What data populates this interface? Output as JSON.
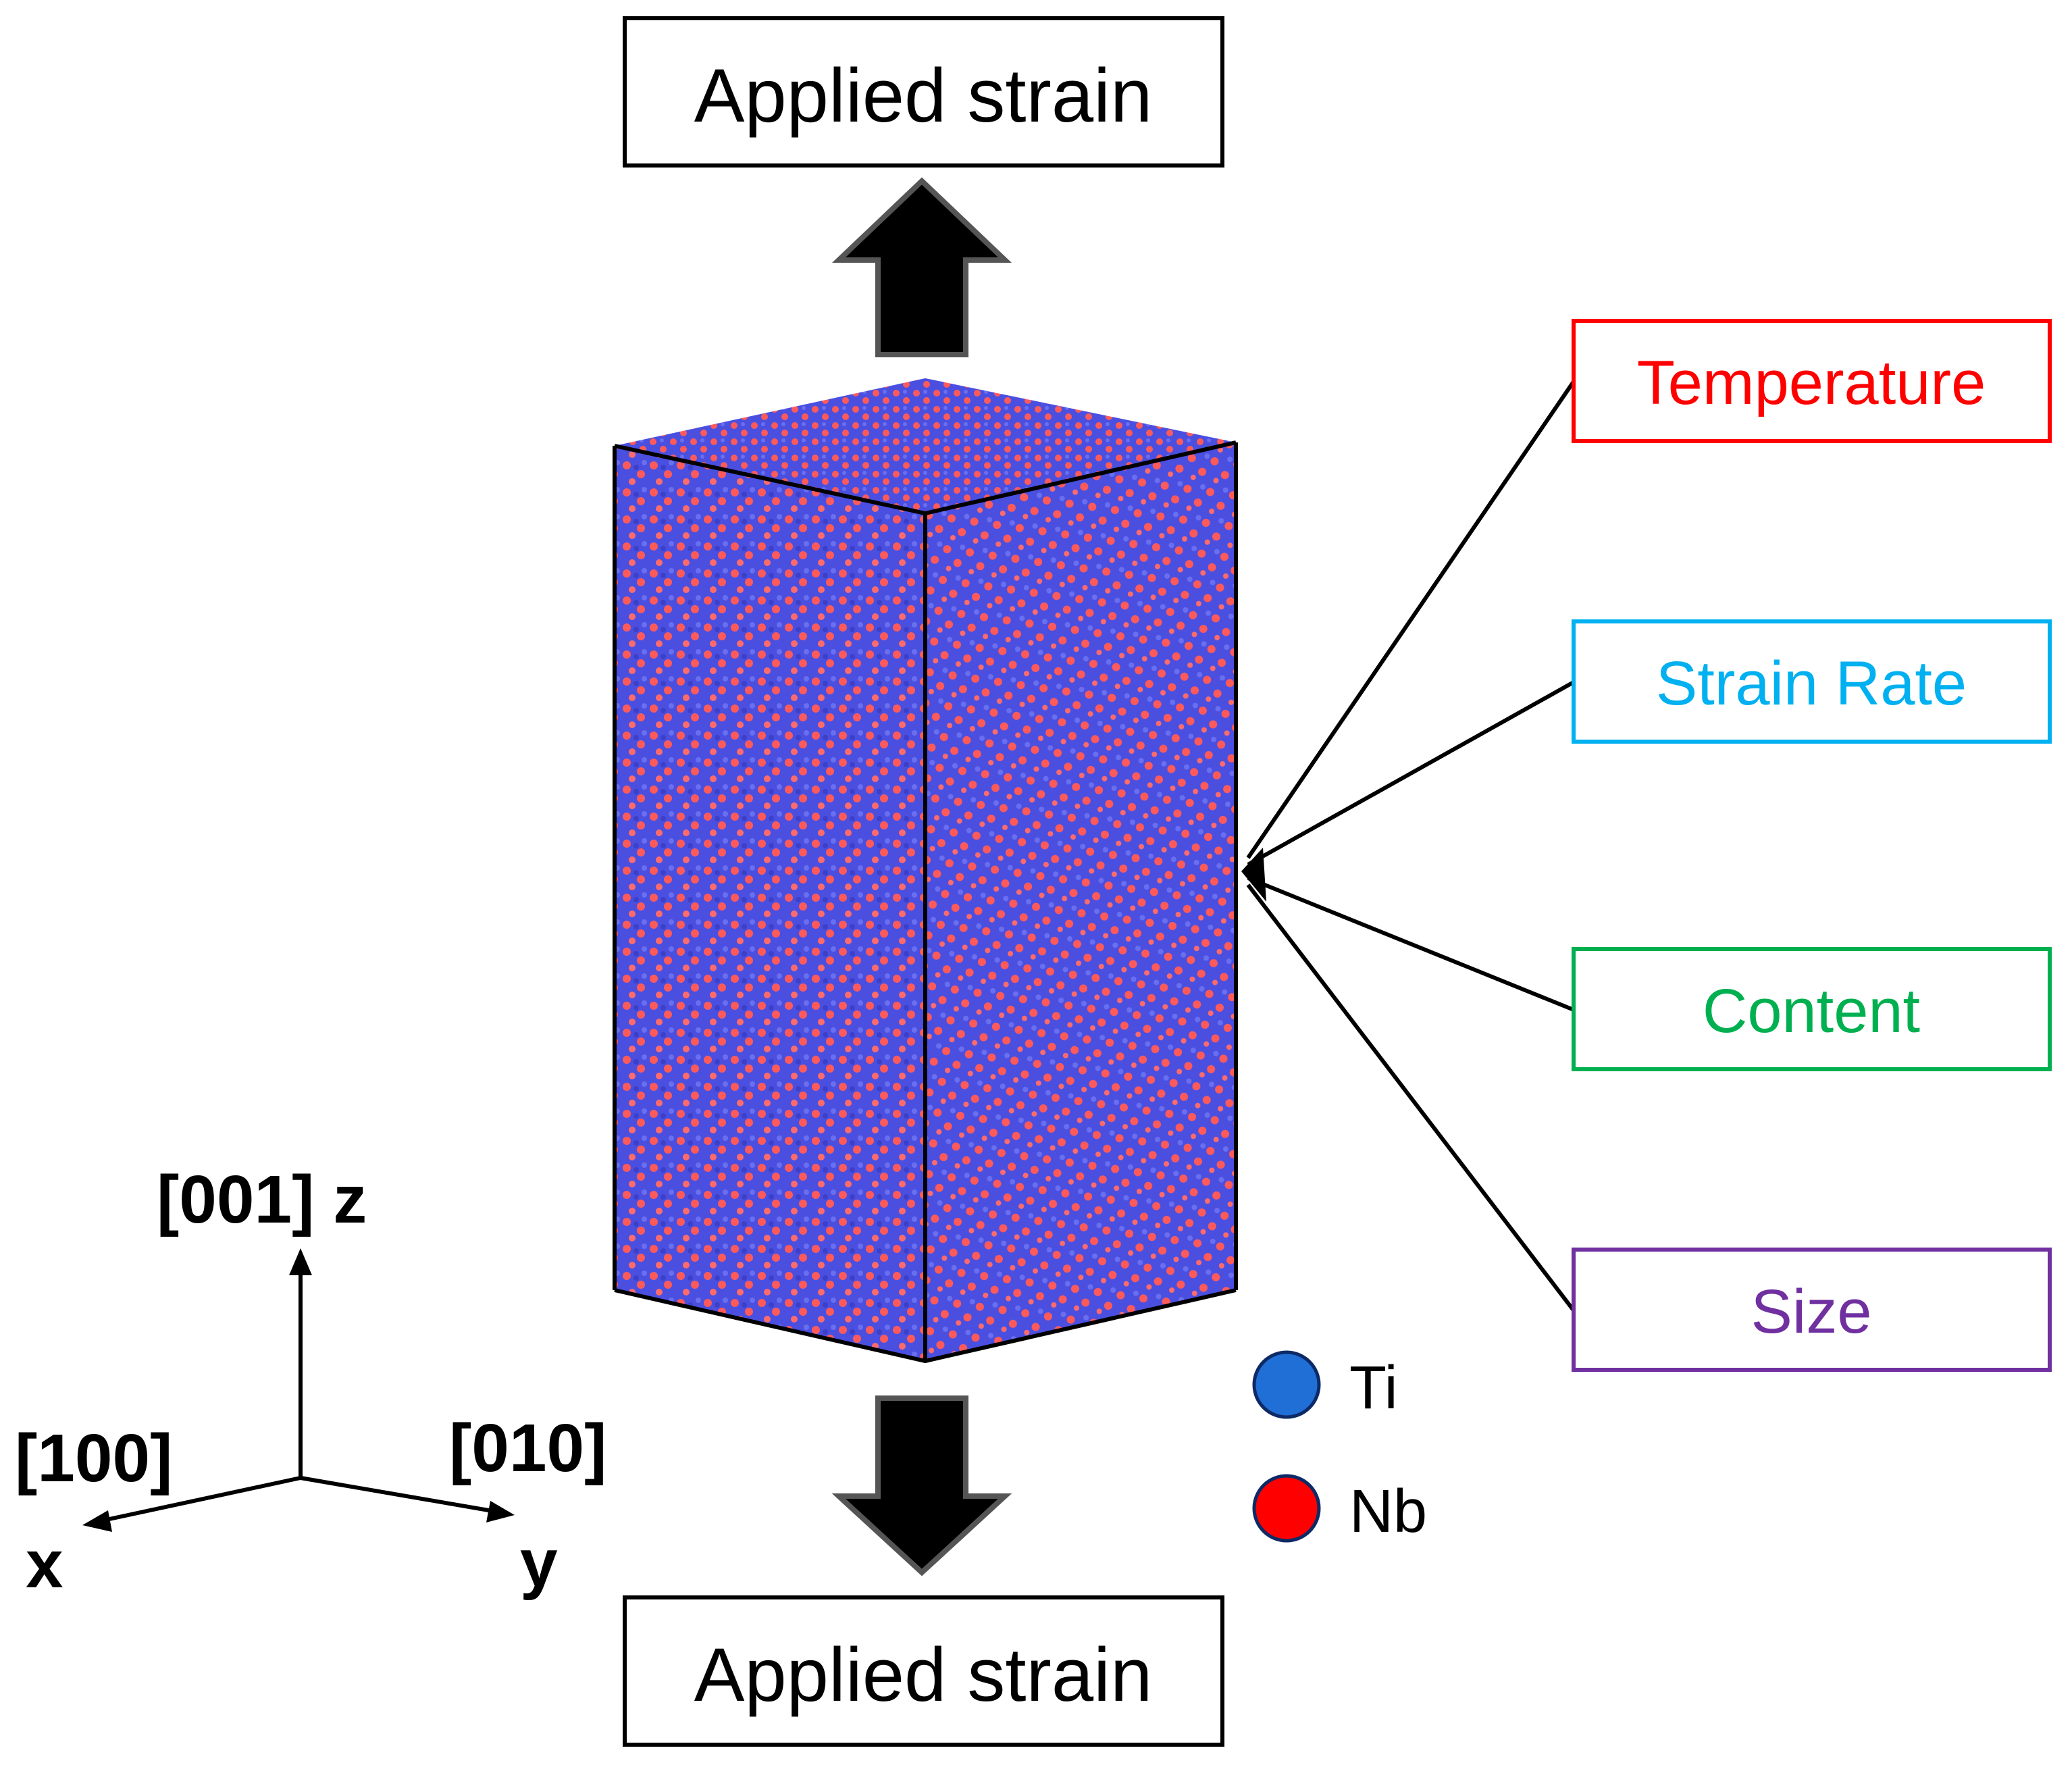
{
  "strain": {
    "top_label": "Applied strain",
    "bottom_label": "Applied strain"
  },
  "parameters": [
    {
      "label": "Temperature",
      "color": "#ff0000"
    },
    {
      "label": "Strain Rate",
      "color": "#00b0f0"
    },
    {
      "label": "Content",
      "color": "#00b050"
    },
    {
      "label": "Size",
      "color": "#7030a0"
    }
  ],
  "axes": {
    "z_label": "[001] z",
    "x_dir": "[100]",
    "x_letter": "x",
    "y_dir": "[010]",
    "y_letter": "y"
  },
  "legend": [
    {
      "element": "Ti",
      "color": "#1f6fd6"
    },
    {
      "element": "Nb",
      "color": "#ff0000"
    }
  ],
  "colors": {
    "ti_atom": "#4a4fe0",
    "nb_atom": "#ff5a5a"
  }
}
